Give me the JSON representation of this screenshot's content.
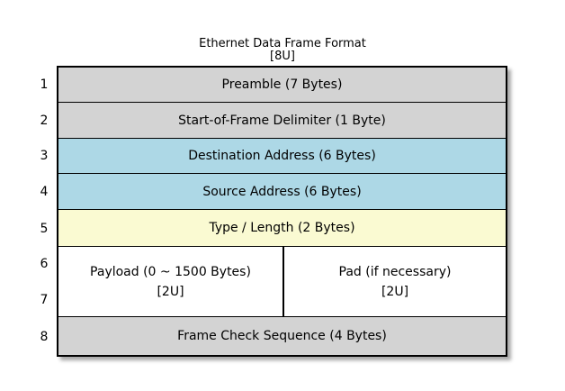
{
  "title": {
    "line1": "Ethernet Data Frame Format",
    "line2": "[8U]"
  },
  "row_numbers": [
    "1",
    "2",
    "3",
    "4",
    "5",
    "6",
    "7",
    "8"
  ],
  "colors": {
    "gray": "#d3d3d3",
    "blue": "#add8e6",
    "yellow": "#fafad2",
    "white": "#ffffff",
    "border": "#000000"
  },
  "rows": [
    {
      "label": "Preamble (7 Bytes)",
      "bg": "#d3d3d3"
    },
    {
      "label": "Start-of-Frame Delimiter (1 Byte)",
      "bg": "#d3d3d3"
    },
    {
      "label": "Destination Address (6 Bytes)",
      "bg": "#add8e6"
    },
    {
      "label": "Source Address (6 Bytes)",
      "bg": "#add8e6"
    },
    {
      "label": "Type / Length (2 Bytes)",
      "bg": "#fafad2"
    },
    {
      "bg": "#ffffff",
      "cells": [
        {
          "label": "Payload (0 ~ 1500 Bytes)",
          "sublabel": "[2U]"
        },
        {
          "label": "Pad (if necessary)",
          "sublabel": "[2U]"
        }
      ]
    },
    {
      "label": "Frame Check Sequence (4 Bytes)",
      "bg": "#d3d3d3"
    }
  ]
}
